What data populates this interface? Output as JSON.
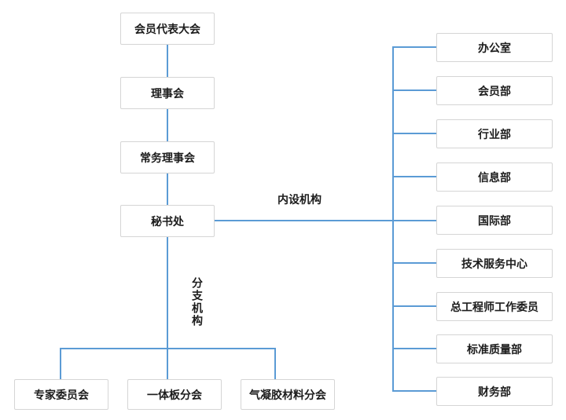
{
  "org": {
    "left_chain": [
      "会员代表大会",
      "理事会",
      "常务理事会",
      "秘书处"
    ],
    "labels": {
      "internal": "内设机构",
      "branch": "分支机构"
    },
    "internal_departments": [
      "办公室",
      "会员部",
      "行业部",
      "信息部",
      "国际部",
      "技术服务中心",
      "总工程师工作委员",
      "标准质量部",
      "财务部"
    ],
    "branch_units": [
      "专家委员会",
      "一体板分会",
      "气凝胶材料分会"
    ],
    "colors": {
      "line": "#5b9bd5",
      "box_border": "#d5d5d5",
      "text": "#1c1c1c",
      "background": "#ffffff"
    }
  }
}
